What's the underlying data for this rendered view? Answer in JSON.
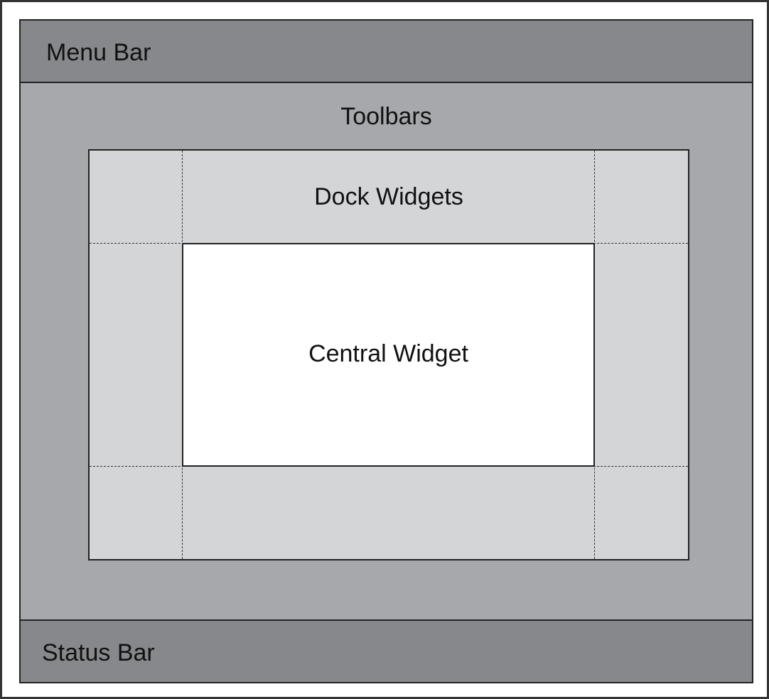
{
  "diagram": {
    "menu_bar": {
      "label": "Menu Bar"
    },
    "toolbars": {
      "label": "Toolbars"
    },
    "dock_widgets": {
      "label": "Dock Widgets"
    },
    "central_widget": {
      "label": "Central Widget"
    },
    "status_bar": {
      "label": "Status Bar"
    }
  }
}
